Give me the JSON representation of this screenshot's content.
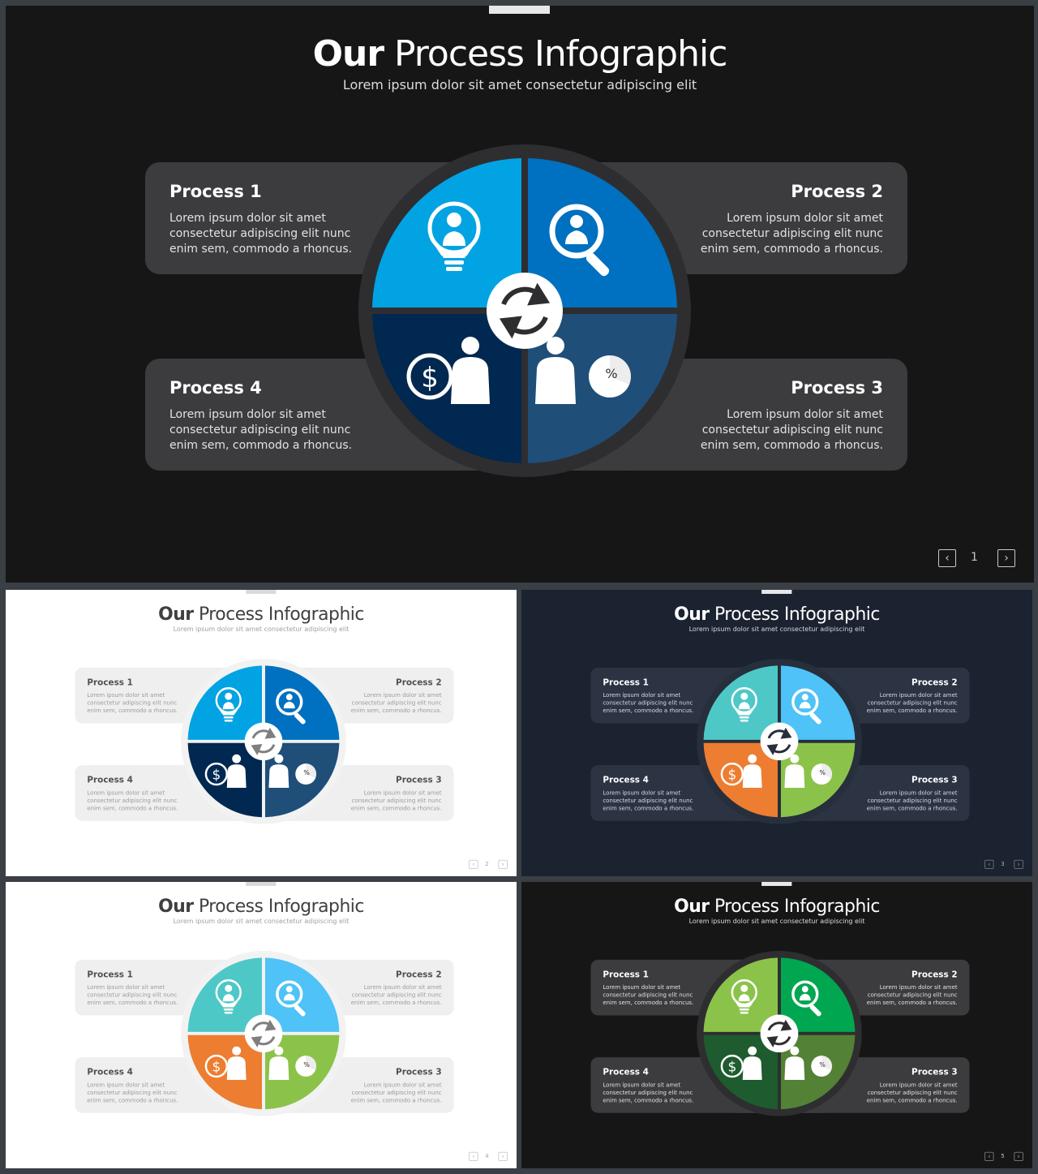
{
  "slides": [
    {
      "title_bold": "Our",
      "title_rest": " Process Infographic",
      "subtitle": "Lorem ipsum dolor sit amet consectetur adipiscing elit",
      "page": "1",
      "theme": {
        "bg": "#161617",
        "card": "#3c3c3e",
        "ring": "#2e2e30",
        "title": "#ffffff",
        "sub": "#dcdcdc",
        "cardtitle": "#ffffff",
        "cardtext": "#e2e2e2",
        "bar": "#e8e8e8",
        "pager": "#c8c8c8"
      },
      "colors": [
        "#02a3e3",
        "#0070c0",
        "#1f4e79",
        "#002850"
      ],
      "processes": [
        {
          "title": "Process 1",
          "text": "Lorem ipsum dolor sit amet consectetur adipiscing elit nunc enim sem, commodo a rhoncus."
        },
        {
          "title": "Process 2",
          "text": "Lorem ipsum dolor sit amet consectetur adipiscing elit nunc enim sem, commodo a rhoncus."
        },
        {
          "title": "Process 3",
          "text": "Lorem ipsum dolor sit amet consectetur adipiscing elit nunc enim sem, commodo a rhoncus."
        },
        {
          "title": "Process 4",
          "text": "Lorem ipsum dolor sit amet consectetur adipiscing elit nunc enim sem, commodo a rhoncus."
        }
      ]
    },
    {
      "title_bold": "Our",
      "title_rest": " Process Infographic",
      "subtitle": "Lorem ipsum dolor sit amet consectetur adipiscing elit",
      "page": "2",
      "theme": {
        "bg": "#ffffff",
        "card": "#efefef",
        "ring": "#f2f2f2",
        "title": "#404040",
        "sub": "#a0a0a0",
        "cardtitle": "#505050",
        "cardtext": "#9a9a9a",
        "bar": "#d9d9d9",
        "pager": "#a0a0a0"
      },
      "colors": [
        "#02a3e3",
        "#0070c0",
        "#1f4e79",
        "#002850"
      ],
      "processes": [
        {
          "title": "Process 1",
          "text": "Lorem ipsum dolor sit amet consectetur adipiscing elit nunc enim sem, commodo a rhoncus."
        },
        {
          "title": "Process 2",
          "text": "Lorem ipsum dolor sit amet consectetur adipiscing elit nunc enim sem, commodo a rhoncus."
        },
        {
          "title": "Process 3",
          "text": "Lorem ipsum dolor sit amet consectetur adipiscing elit nunc enim sem, commodo a rhoncus."
        },
        {
          "title": "Process 4",
          "text": "Lorem ipsum dolor sit amet consectetur adipiscing elit nunc enim sem, commodo a rhoncus."
        }
      ]
    },
    {
      "title_bold": "Our",
      "title_rest": " Process Infographic",
      "subtitle": "Lorem ipsum dolor sit amet consectetur adipiscing elit",
      "page": "3",
      "theme": {
        "bg": "#1b2230",
        "card": "#2c3444",
        "ring": "#272e3c",
        "title": "#ffffff",
        "sub": "#d4d8e0",
        "cardtitle": "#ffffff",
        "cardtext": "#d8dce4",
        "bar": "#e8e8e8",
        "pager": "#b0b4bc"
      },
      "colors": [
        "#4ec8c6",
        "#4fc2f7",
        "#8bc34a",
        "#ed7d31"
      ],
      "processes": [
        {
          "title": "Process 1",
          "text": "Lorem ipsum dolor sit amet consectetur adipiscing elit nunc enim sem, commodo a rhoncus."
        },
        {
          "title": "Process 2",
          "text": "Lorem ipsum dolor sit amet consectetur adipiscing elit nunc enim sem, commodo a rhoncus."
        },
        {
          "title": "Process 3",
          "text": "Lorem ipsum dolor sit amet consectetur adipiscing elit nunc enim sem, commodo a rhoncus."
        },
        {
          "title": "Process 4",
          "text": "Lorem ipsum dolor sit amet consectetur adipiscing elit nunc enim sem, commodo a rhoncus."
        }
      ]
    },
    {
      "title_bold": "Our",
      "title_rest": " Process Infographic",
      "subtitle": "Lorem ipsum dolor sit amet consectetur adipiscing elit",
      "page": "4",
      "theme": {
        "bg": "#ffffff",
        "card": "#efefef",
        "ring": "#f2f2f2",
        "title": "#404040",
        "sub": "#a0a0a0",
        "cardtitle": "#505050",
        "cardtext": "#9a9a9a",
        "bar": "#d9d9d9",
        "pager": "#a0a0a0"
      },
      "colors": [
        "#4ec8c6",
        "#4fc2f7",
        "#8bc34a",
        "#ed7d31"
      ],
      "processes": [
        {
          "title": "Process 1",
          "text": "Lorem ipsum dolor sit amet consectetur adipiscing elit nunc enim sem, commodo a rhoncus."
        },
        {
          "title": "Process 2",
          "text": "Lorem ipsum dolor sit amet consectetur adipiscing elit nunc enim sem, commodo a rhoncus."
        },
        {
          "title": "Process 3",
          "text": "Lorem ipsum dolor sit amet consectetur adipiscing elit nunc enim sem, commodo a rhoncus."
        },
        {
          "title": "Process 4",
          "text": "Lorem ipsum dolor sit amet consectetur adipiscing elit nunc enim sem, commodo a rhoncus."
        }
      ]
    },
    {
      "title_bold": "Our",
      "title_rest": " Process Infographic",
      "subtitle": "Lorem ipsum dolor sit amet consectetur adipiscing elit",
      "page": "5",
      "theme": {
        "bg": "#161617",
        "card": "#3c3c3e",
        "ring": "#2e2e30",
        "title": "#ffffff",
        "sub": "#dcdcdc",
        "cardtitle": "#ffffff",
        "cardtext": "#e2e2e2",
        "bar": "#e8e8e8",
        "pager": "#c8c8c8"
      },
      "colors": [
        "#8bc34a",
        "#00a650",
        "#538135",
        "#1e5b2e"
      ],
      "processes": [
        {
          "title": "Process 1",
          "text": "Lorem ipsum dolor sit amet consectetur adipiscing elit nunc enim sem, commodo a rhoncus."
        },
        {
          "title": "Process 2",
          "text": "Lorem ipsum dolor sit amet consectetur adipiscing elit nunc enim sem, commodo a rhoncus."
        },
        {
          "title": "Process 3",
          "text": "Lorem ipsum dolor sit amet consectetur adipiscing elit nunc enim sem, commodo a rhoncus."
        },
        {
          "title": "Process 4",
          "text": "Lorem ipsum dolor sit amet consectetur adipiscing elit nunc enim sem, commodo a rhoncus."
        }
      ]
    }
  ],
  "icons": [
    "lightbulb-person-icon",
    "magnifier-person-icon",
    "pie-chart-person-icon",
    "dollar-person-icon",
    "refresh-cycle-icon",
    "chevron-left-icon",
    "chevron-right-icon"
  ]
}
